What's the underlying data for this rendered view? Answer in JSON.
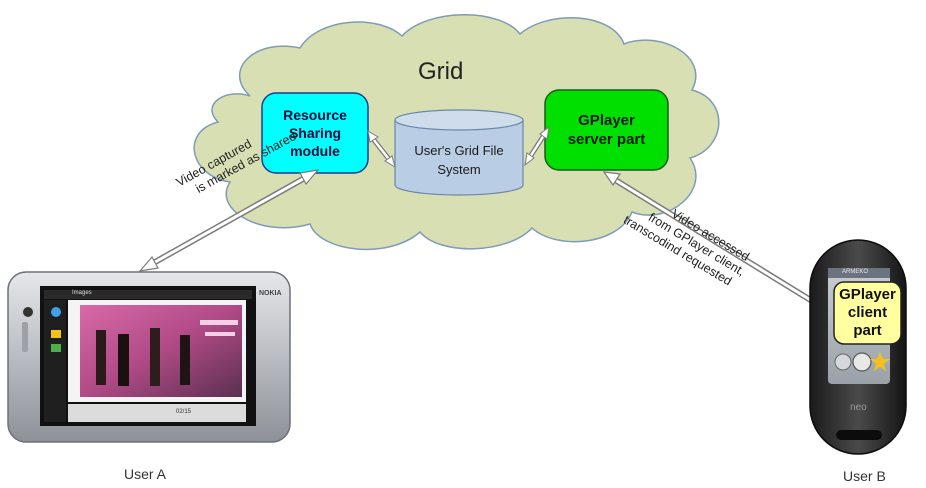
{
  "diagram": {
    "cloud_label": "Grid",
    "resource_module": "Resource\nSharing\nmodule",
    "grid_fs": "User's Grid File\nSystem",
    "gplayer_server": "GPlayer\nserver part",
    "gplayer_client": "GPlayer\nclient\npart",
    "arrow_a_line1": "Video captured",
    "arrow_a_line2": "is marked as shared",
    "arrow_b_line1": "Video accessed",
    "arrow_b_line2": "from GPlayer client,",
    "arrow_b_line3": "transcodind requested",
    "user_a": "User A",
    "user_b": "User B",
    "tablet_brand": "NOKIA",
    "tablet_tab_title": "Images",
    "tablet_page_counter": "02/15",
    "phone_brand": "neo",
    "phone_header": "ARMEKO"
  },
  "colors": {
    "cloud_fill": "#d8dfb3",
    "cloud_stroke": "#7f9bb8",
    "resource_fill": "#00ffff",
    "gplayer_server_fill": "#00e000",
    "gplayer_client_fill": "#ffffa0",
    "cylinder_fill": "#b9cde4",
    "cylinder_stroke": "#6a86a8"
  }
}
